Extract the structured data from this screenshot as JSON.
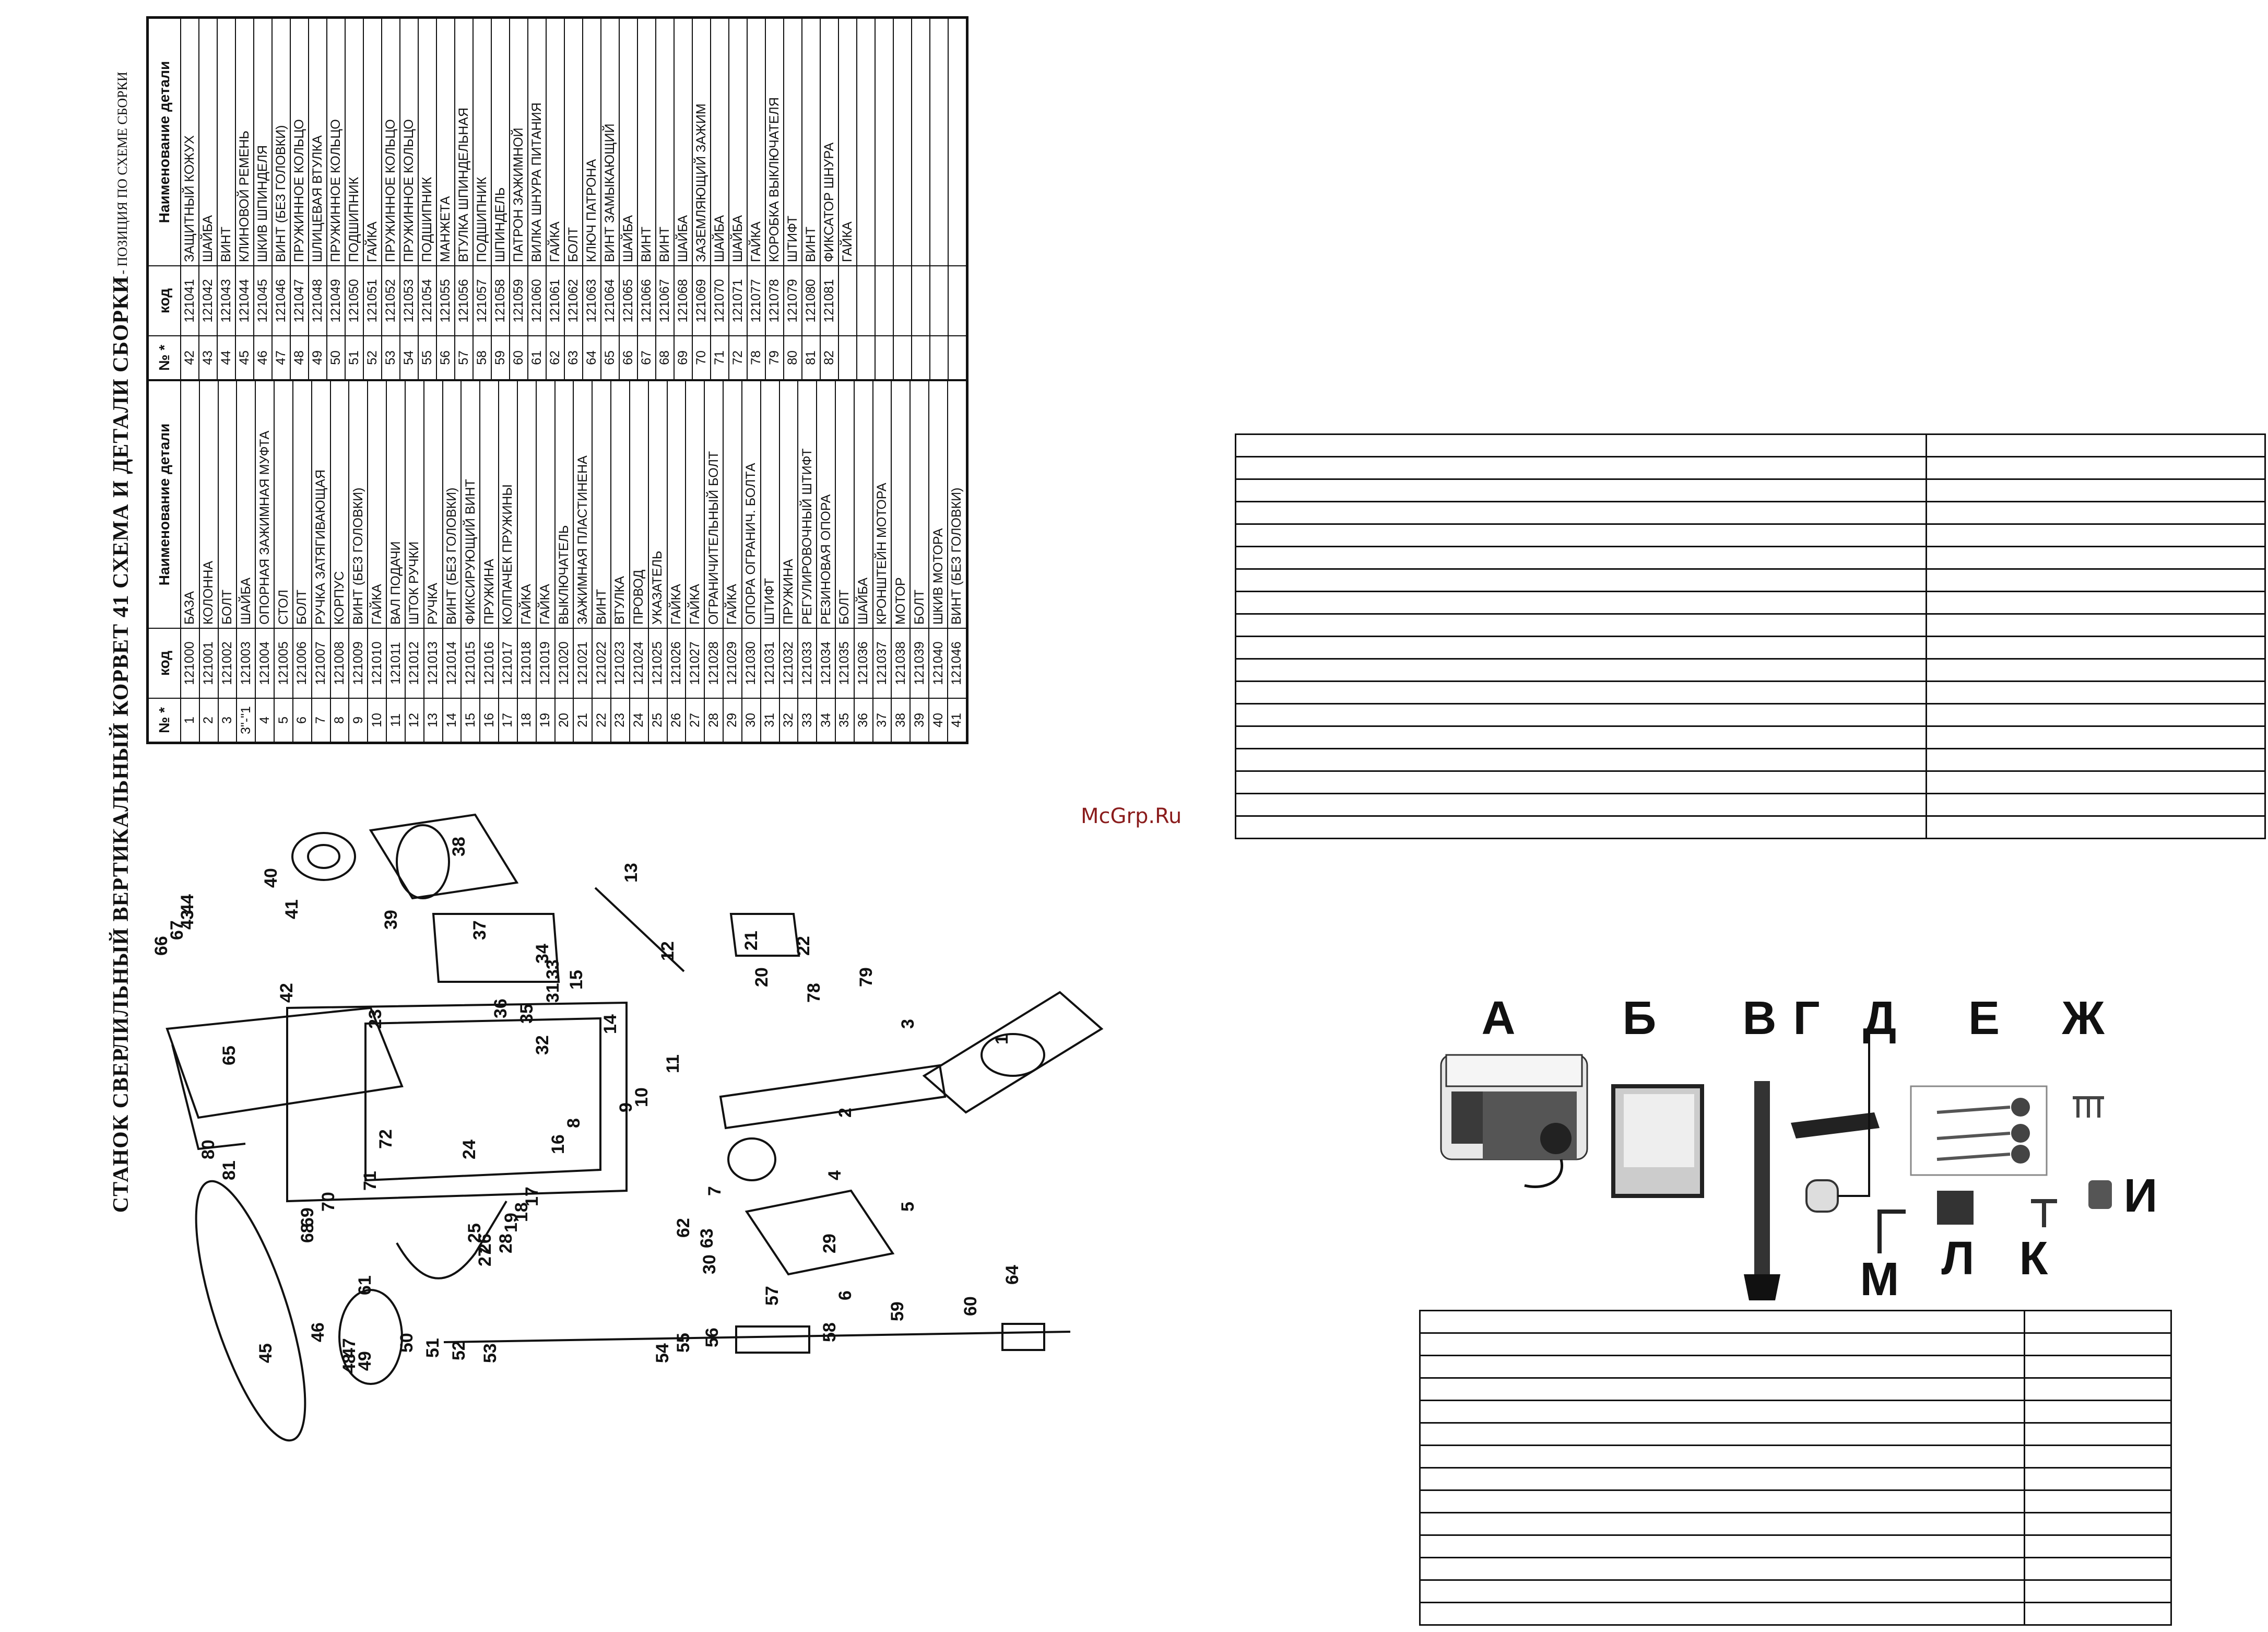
{
  "title": "СТАНОК СВЕРЛИЛЬНЫЙ ВЕРТИКАЛЬНЫЙ КОРВЕТ 41 СХЕМА И ДЕТАЛИ СБОРКИ",
  "footnote": "* - ПОЗИЦИЯ ПО СХЕМЕ СБОРКИ",
  "watermark": "McGrp.Ru",
  "table_headers": {
    "num": "№ *",
    "code": "код",
    "name": "Наименование детали"
  },
  "parts_left": [
    {
      "num": "1",
      "code": "121000",
      "name": "БАЗА"
    },
    {
      "num": "2",
      "code": "121001",
      "name": "КОЛОННА"
    },
    {
      "num": "3",
      "code": "121002",
      "name": "БОЛТ"
    },
    {
      "num": "3\"-\"1",
      "code": "121003",
      "name": "ШАЙБА"
    },
    {
      "num": "4",
      "code": "121004",
      "name": "ОПОРНАЯ ЗАЖИМНАЯ МУФТА"
    },
    {
      "num": "5",
      "code": "121005",
      "name": "СТОЛ"
    },
    {
      "num": "6",
      "code": "121006",
      "name": "БОЛТ"
    },
    {
      "num": "7",
      "code": "121007",
      "name": "РУЧКА ЗАТЯГИВАЮЩАЯ"
    },
    {
      "num": "8",
      "code": "121008",
      "name": "КОРПУС"
    },
    {
      "num": "9",
      "code": "121009",
      "name": "ВИНТ (БЕЗ ГОЛОВКИ)"
    },
    {
      "num": "10",
      "code": "121010",
      "name": "ГАЙКА"
    },
    {
      "num": "11",
      "code": "121011",
      "name": "ВАЛ ПОДАЧИ"
    },
    {
      "num": "12",
      "code": "121012",
      "name": "ШТОК РУЧКИ"
    },
    {
      "num": "13",
      "code": "121013",
      "name": "РУЧКА"
    },
    {
      "num": "14",
      "code": "121014",
      "name": "ВИНТ (БЕЗ ГОЛОВКИ)"
    },
    {
      "num": "15",
      "code": "121015",
      "name": "ФИКСИРУЮЩИЙ ВИНТ"
    },
    {
      "num": "16",
      "code": "121016",
      "name": "ПРУЖИНА"
    },
    {
      "num": "17",
      "code": "121017",
      "name": "КОЛПАЧЕК ПРУЖИНЫ"
    },
    {
      "num": "18",
      "code": "121018",
      "name": "ГАЙКА"
    },
    {
      "num": "19",
      "code": "121019",
      "name": "ГАЙКА"
    },
    {
      "num": "20",
      "code": "121020",
      "name": "ВЫКЛЮЧАТЕЛЬ"
    },
    {
      "num": "21",
      "code": "121021",
      "name": "ЗАЖИМНАЯ ПЛАСТИНЕНА"
    },
    {
      "num": "22",
      "code": "121022",
      "name": "ВИНТ"
    },
    {
      "num": "23",
      "code": "121023",
      "name": "ВТУЛКА"
    },
    {
      "num": "24",
      "code": "121024",
      "name": "ПРОВОД"
    },
    {
      "num": "25",
      "code": "121025",
      "name": "УКАЗАТЕЛЬ"
    },
    {
      "num": "26",
      "code": "121026",
      "name": "ГАЙКА"
    },
    {
      "num": "27",
      "code": "121027",
      "name": "ГАЙКА"
    },
    {
      "num": "28",
      "code": "121028",
      "name": "ОГРАНИЧИТЕЛЬНЫЙ БОЛТ"
    },
    {
      "num": "29",
      "code": "121029",
      "name": "ГАЙКА"
    },
    {
      "num": "30",
      "code": "121030",
      "name": "ОПОРА ОГРАНИЧ. БОЛТА"
    },
    {
      "num": "31",
      "code": "121031",
      "name": "ШТИФТ"
    },
    {
      "num": "32",
      "code": "121032",
      "name": "ПРУЖИНА"
    },
    {
      "num": "33",
      "code": "121033",
      "name": "РЕГУЛИРОВОЧНЫЙ ШТИФТ"
    },
    {
      "num": "34",
      "code": "121034",
      "name": "РЕЗИНОВАЯ ОПОРА"
    },
    {
      "num": "35",
      "code": "121035",
      "name": "БОЛТ"
    },
    {
      "num": "36",
      "code": "121036",
      "name": "ШАЙБА"
    },
    {
      "num": "37",
      "code": "121037",
      "name": "КРОНШТЕЙН МОТОРА"
    },
    {
      "num": "38",
      "code": "121038",
      "name": "МОТОР"
    },
    {
      "num": "39",
      "code": "121039",
      "name": "БОЛТ"
    },
    {
      "num": "40",
      "code": "121040",
      "name": "ШКИВ МОТОРА"
    },
    {
      "num": "41",
      "code": "121046",
      "name": "ВИНТ (БЕЗ ГОЛОВКИ)"
    }
  ],
  "parts_right": [
    {
      "num": "42",
      "code": "121041",
      "name": "ЗАЩИТНЫЙ КОЖУХ"
    },
    {
      "num": "43",
      "code": "121042",
      "name": "ШАЙБА"
    },
    {
      "num": "44",
      "code": "121043",
      "name": "ВИНТ"
    },
    {
      "num": "45",
      "code": "121044",
      "name": "КЛИНОВОЙ РЕМЕНЬ"
    },
    {
      "num": "46",
      "code": "121045",
      "name": "ШКИВ ШПИНДЕЛЯ"
    },
    {
      "num": "47",
      "code": "121046",
      "name": "ВИНТ (БЕЗ ГОЛОВКИ)"
    },
    {
      "num": "48",
      "code": "121047",
      "name": "ПРУЖИННОЕ КОЛЬЦО"
    },
    {
      "num": "49",
      "code": "121048",
      "name": "ШЛИЦЕВАЯ ВТУЛКА"
    },
    {
      "num": "50",
      "code": "121049",
      "name": "ПРУЖИННОЕ КОЛЬЦО"
    },
    {
      "num": "51",
      "code": "121050",
      "name": "ПОДШИПНИК"
    },
    {
      "num": "52",
      "code": "121051",
      "name": "ГАЙКА"
    },
    {
      "num": "53",
      "code": "121052",
      "name": "ПРУЖИННОЕ КОЛЬЦО"
    },
    {
      "num": "54",
      "code": "121053",
      "name": "ПРУЖИННОЕ КОЛЬЦО"
    },
    {
      "num": "55",
      "code": "121054",
      "name": "ПОДШИПНИК"
    },
    {
      "num": "56",
      "code": "121055",
      "name": "МАНЖЕТА"
    },
    {
      "num": "57",
      "code": "121056",
      "name": "ВТУЛКА ШПИНДЕЛЬНАЯ"
    },
    {
      "num": "58",
      "code": "121057",
      "name": "ПОДШИПНИК"
    },
    {
      "num": "59",
      "code": "121058",
      "name": "ШПИНДЕЛЬ"
    },
    {
      "num": "60",
      "code": "121059",
      "name": "ПАТРОН ЗАЖИМНОЙ"
    },
    {
      "num": "61",
      "code": "121060",
      "name": "ВИЛКА ШНУРА ПИТАНИЯ"
    },
    {
      "num": "62",
      "code": "121061",
      "name": "ГАЙКА"
    },
    {
      "num": "63",
      "code": "121062",
      "name": "БОЛТ"
    },
    {
      "num": "64",
      "code": "121063",
      "name": "КЛЮЧ ПАТРОНА"
    },
    {
      "num": "65",
      "code": "121064",
      "name": "ВИНТ ЗАМЫКАЮЩИЙ"
    },
    {
      "num": "66",
      "code": "121065",
      "name": "ШАЙБА"
    },
    {
      "num": "67",
      "code": "121066",
      "name": "ВИНТ"
    },
    {
      "num": "68",
      "code": "121067",
      "name": "ВИНТ"
    },
    {
      "num": "69",
      "code": "121068",
      "name": "ШАЙБА"
    },
    {
      "num": "70",
      "code": "121069",
      "name": "ЗАЗЕМЛЯЮЩИЙ ЗАЖИМ"
    },
    {
      "num": "71",
      "code": "121070",
      "name": "ШАЙБА"
    },
    {
      "num": "72",
      "code": "121071",
      "name": "ШАЙБА"
    },
    {
      "num": "78",
      "code": "121077",
      "name": "ГАЙКА"
    },
    {
      "num": "79",
      "code": "121078",
      "name": "КОРОБКА ВЫКЛЮЧАТЕЛЯ"
    },
    {
      "num": "80",
      "code": "121079",
      "name": "ШТИФТ"
    },
    {
      "num": "81",
      "code": "121080",
      "name": "ВИНТ"
    },
    {
      "num": "82",
      "code": "121081",
      "name": "ФИКСАТОР ШНУРА"
    },
    {
      "num": "",
      "code": "",
      "name": "ГАЙКА"
    },
    {
      "num": "",
      "code": "",
      "name": ""
    },
    {
      "num": "",
      "code": "",
      "name": ""
    },
    {
      "num": "",
      "code": "",
      "name": ""
    },
    {
      "num": "",
      "code": "",
      "name": ""
    },
    {
      "num": "",
      "code": "",
      "name": ""
    },
    {
      "num": "",
      "code": "",
      "name": ""
    }
  ],
  "diagram_labels": [
    "1",
    "2",
    "3",
    "4",
    "5",
    "6",
    "7",
    "8",
    "9",
    "10",
    "11",
    "12",
    "13",
    "14",
    "15",
    "16",
    "17",
    "18",
    "19",
    "20",
    "21",
    "22",
    "23",
    "24",
    "25",
    "26",
    "27",
    "28",
    "29",
    "30",
    "31",
    "32",
    "33",
    "34",
    "35",
    "36",
    "37",
    "38",
    "39",
    "40",
    "41",
    "42",
    "43",
    "44",
    "45",
    "46",
    "47",
    "48",
    "49",
    "50",
    "51",
    "52",
    "53",
    "54",
    "55",
    "56",
    "57",
    "58",
    "59",
    "60",
    "61",
    "62",
    "63",
    "64",
    "65",
    "66",
    "67",
    "68",
    "69",
    "70",
    "71",
    "72",
    "78",
    "79",
    "80",
    "81"
  ],
  "kit_labels": {
    "A": "А",
    "B": "Б",
    "V": "В",
    "G": "Г",
    "D": "Д",
    "E": "Е",
    "ZH": "Ж",
    "I": "И",
    "K": "К",
    "L": "Л",
    "M": "М"
  }
}
